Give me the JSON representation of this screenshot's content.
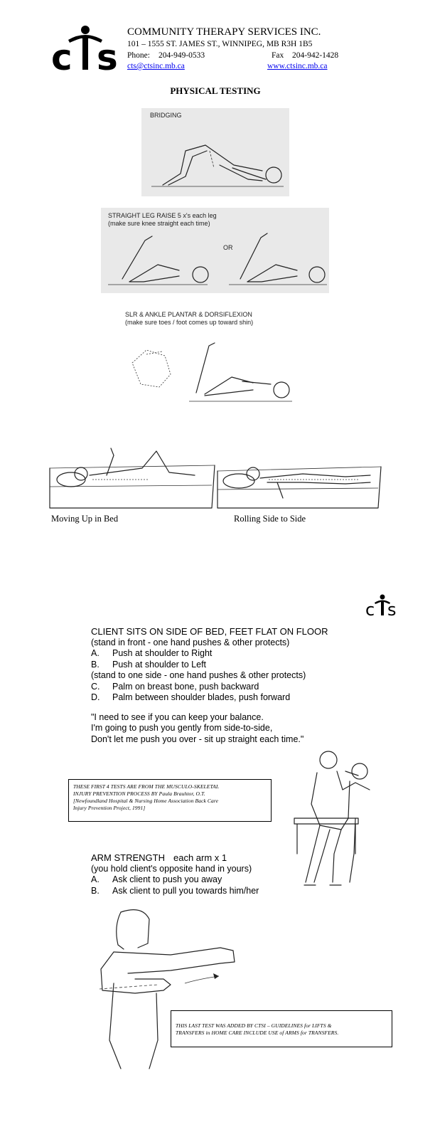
{
  "header": {
    "logo_text": "CTS",
    "company": "COMMUNITY THERAPY SERVICES INC.",
    "address": "101 – 1555 ST. JAMES ST., WINNIPEG, MB  R3H 1B5",
    "phone_label": "Phone:",
    "phone": "204-949-0533",
    "fax_label": "Fax",
    "fax": "204-942-1428",
    "email": "cts@ctsinc.mb.ca",
    "website": "www.ctsinc.mb.ca"
  },
  "title": "PHYSICAL TESTING",
  "figures": {
    "bridging": {
      "label": "BRIDGING"
    },
    "slr": {
      "label_line1": "STRAIGHT LEG RAISE  5 x's each leg",
      "label_line2": "(make sure knee straight each time)",
      "or": "OR"
    },
    "ankle": {
      "label_line1": "SLR & ANKLE PLANTAR & DORSIFLEXION",
      "label_line2": "(make sure toes / foot comes up toward shin)"
    },
    "bed": {
      "caption_left": "Moving Up in Bed",
      "caption_right": "Rolling Side to Side"
    }
  },
  "page2": {
    "logo_text": "CTS",
    "balance": {
      "heading": "CLIENT SITS ON SIDE OF BED, FEET FLAT ON FLOOR",
      "sub1": "(stand in front - one hand pushes & other protects)",
      "items1": [
        {
          "letter": "A.",
          "text": "Push at shoulder to Right"
        },
        {
          "letter": "B.",
          "text": "Push at shoulder to Left"
        }
      ],
      "sub2": "(stand to one side - one hand pushes & other protects)",
      "items2": [
        {
          "letter": "C.",
          "text": "Palm on breast bone, push backward"
        },
        {
          "letter": "D.",
          "text": "Palm between shoulder blades, push forward"
        }
      ],
      "quote1": "\"I need to see if you can keep your balance.",
      "quote2": "I'm going to push you gently from side-to-side,",
      "quote3": "Don't let me push you over - sit up straight each time.\""
    },
    "note1": {
      "line1": "THESE FIRST 4 TESTS ARE FROM THE MUSCULO-SKELETAL",
      "line2": "INJURY PREVENTION PROCESS BY Paula Brauhtor, O.T.",
      "line3": "[Newfoundland Hospital & Nursing Home Association Back Care",
      "line4": "Injury Prevention Project, 1991]"
    },
    "arm": {
      "heading": "ARM STRENGTH",
      "heading_note": "each arm x 1",
      "sub": "(you hold client's opposite hand in yours)",
      "items": [
        {
          "letter": "A.",
          "text": "Ask client to push you away"
        },
        {
          "letter": "B.",
          "text": "Ask client to pull you towards him/her"
        }
      ]
    },
    "note2": {
      "line1": "THIS LAST TEST WAS ADDED BY CTSI – GUIDELINES for LIFTS &",
      "line2": "TRANSFERS in HOME CARE INCLUDE USE of ARMS for TRANSFERS."
    }
  }
}
